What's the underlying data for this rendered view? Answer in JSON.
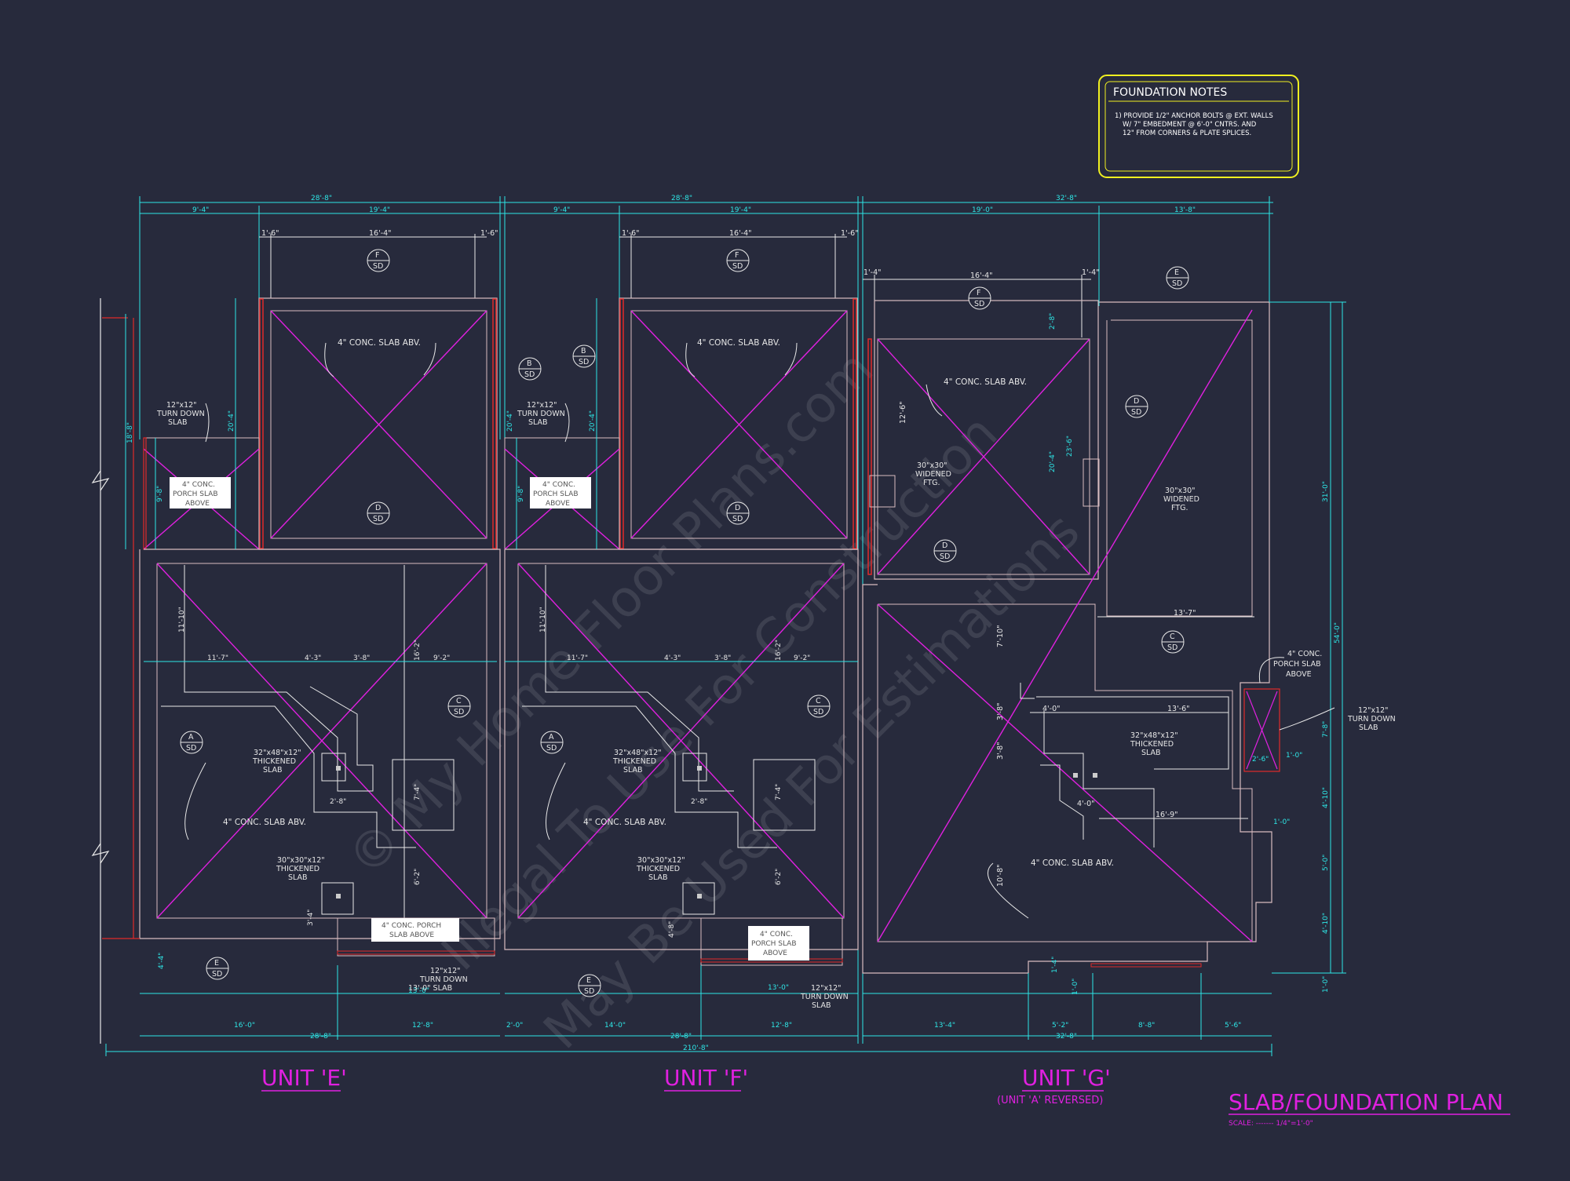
{
  "notes": {
    "heading": "FOUNDATION NOTES",
    "lines": [
      "1) PROVIDE 1/2\" ANCHOR BOLTS @ EXT. WALLS",
      "W/ 7\" EMBEDMENT @ 6'-0\" CNTRS. AND",
      "12\" FROM CORNERS & PLATE SPLICES."
    ]
  },
  "units": {
    "e_label": "UNIT 'E'",
    "f_label": "UNIT 'F'",
    "g_label": "UNIT 'G'",
    "g_sub": "(UNIT 'A' REVERSED)"
  },
  "plan_title": "SLAB/FOUNDATION PLAN",
  "scale_text": "SCALE: ------- 1/4\"=1'-0\"",
  "watermark": [
    "© My Home Floor Plans.com",
    "Illegal To Use For Construction",
    "May Be Used For Estimations"
  ],
  "dims": {
    "top_e_total": "28'-8\"",
    "top_e_a": "9'-4\"",
    "top_e_b": "19'-4\"",
    "top_f_total": "28'-8\"",
    "top_f_a": "9'-4\"",
    "top_f_b": "19'-4\"",
    "top_g_total": "32'-8\"",
    "top_g_a": "19'-0\"",
    "top_g_b": "13'-8\"",
    "e_sub_a": "1'-6\"",
    "e_sub_b": "16'-4\"",
    "e_sub_c": "1'-6\"",
    "f_sub_a": "1'-6\"",
    "f_sub_b": "16'-4\"",
    "f_sub_c": "1'-6\"",
    "g_sub_a": "1'-4\"",
    "g_sub_b": "16'-4\"",
    "g_sub_c": "1'-4\"",
    "mid_e_1": "11'-7\"",
    "mid_e_2": "4'-3\"",
    "mid_e_3": "3'-8\"",
    "mid_e_4": "9'-2\"",
    "mid_f_1": "11'-7\"",
    "mid_f_2": "4'-3\"",
    "mid_f_3": "3'-8\"",
    "mid_f_4": "9'-2\"",
    "bot_e_1": "16'-0\"",
    "bot_e_2": "12'-8\"",
    "bot_e_total": "28'-8\"",
    "bot_f_1": "2'-0\"",
    "bot_f_2": "14'-0\"",
    "bot_f_3": "12'-8\"",
    "bot_f_total": "28'-8\"",
    "bot_g_1": "13'-4\"",
    "bot_g_2": "5'-2\"",
    "bot_g_3": "8'-8\"",
    "bot_g_4": "5'-6\"",
    "bot_g_total": "32'-8\"",
    "overall": "210'-8\"",
    "right_total": "54'-0\"",
    "right_a": "31'-0\"",
    "right_b": "7'-8\"",
    "right_c": "4'-10\"",
    "right_d": "5'-0\"",
    "right_e": "4'-10\"",
    "right_f": "1'-0\"",
    "left_1": "18'-8\"",
    "left_2": "9'-8\"",
    "left_3": "20'-4\"",
    "left_4": "11'-10\"",
    "left_5": "16'-2\"",
    "left_6": "7'-4\"",
    "left_7": "6'-2\"",
    "g_inner_1": "13'-7\"",
    "g_inner_2": "13'-6\"",
    "g_inner_3": "4'-0\"",
    "g_inner_4": "16'-9\"",
    "g_inner_5": "4'-0\"",
    "g_v1": "7'-10\"",
    "g_v2": "3'-8\"",
    "g_v3": "3'-8\"",
    "g_v4": "10'-8\"",
    "g_v5": "20'-4\"",
    "g_v6": "23'-6\"",
    "g_v7": "12'-6\"",
    "g_v8": "2'-8\"",
    "small_2_8": "2'-8\"",
    "small_13_0": "13'-0\"",
    "small_2_6": "2'-6\"",
    "small_1_0": "1'-0\"",
    "small_4_4": "4'-4\"",
    "small_3_0": "3'-0\"",
    "small_1_4": "1'-4\"",
    "small_1_6": "1'-6\"",
    "small_4_8": "4'-8\"",
    "small_3_4": "3'-4\""
  },
  "labels": {
    "slab_abv": "4\" CONC. SLAB ABV.",
    "turn_down": [
      "12\"x12\"",
      "TURN DOWN",
      "SLAB"
    ],
    "porch_above": [
      "4\" CONC.",
      "PORCH SLAB",
      "ABOVE"
    ],
    "porch_above_2": [
      "4\" CONC. PORCH",
      "SLAB ABOVE"
    ],
    "thick_32": [
      "32\"x48\"x12\"",
      "THICKENED",
      "SLAB"
    ],
    "thick_30": [
      "30\"x30\"x12\"",
      "THICKENED",
      "SLAB"
    ],
    "widened": [
      "30\"x30\"",
      "WIDENED",
      "FTG."
    ],
    "turn_down_e": [
      "12\"x12\"",
      "TURN DOWN",
      "13'-0\" SLAB"
    ],
    "turn_down_f": [
      "12\"x12\"",
      "TURN DOWN",
      "SLAB"
    ]
  },
  "tags": {
    "a": "A",
    "b": "B",
    "c": "C",
    "d": "D",
    "e": "E",
    "f": "F",
    "sd": "SD"
  },
  "colors": {
    "background": "#272a3c",
    "dimension": "#2ee6e6",
    "wall": "#d8bcc0",
    "slab_x": "#e020e0",
    "note_box": "#f0f020",
    "footing": "#e02a2a"
  }
}
